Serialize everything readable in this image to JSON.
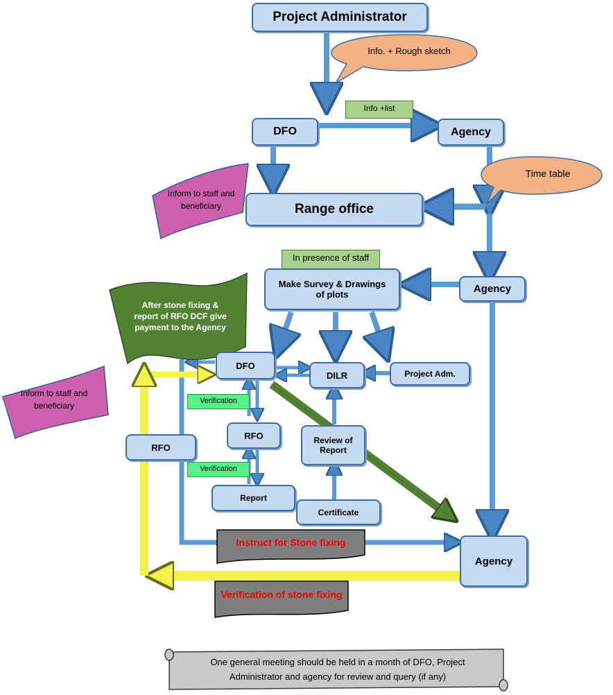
{
  "nodes": {
    "project_admin": "Project Administrator",
    "dfo_top": "DFO",
    "agency_top": "Agency",
    "range_office": "Range office",
    "agency_mid": "Agency",
    "survey": "Make Survey & Drawings of plots",
    "dfo_mid": "DFO",
    "dilr": "DILR",
    "project_adm": "Project Adm.",
    "rfo_left": "RFO",
    "rfo_mid": "RFO",
    "review": "Review of Report",
    "report": "Report",
    "certificate": "Certificate",
    "agency_bottom": "Agency",
    "instruct": "Instruct for Stone fixing",
    "verification_stone": "Verification of stone fixing"
  },
  "callouts": {
    "info_sketch": "Info. + Rough sketch",
    "time_table": "Time table"
  },
  "tags": {
    "info_list": "Info +list",
    "in_presence": "In presence of staff",
    "verification_1": "Verification",
    "verification_2": "Verification"
  },
  "notes": {
    "inform_1": "Inform to staff and beneficiary",
    "inform_2": "Inform to staff and beneficiary",
    "payment": "After stone fixing & report of RFO DCF give payment to the Agency",
    "meeting": "One general meeting should be held in a month of DFO, Project Administrator and agency for review and query (if any)"
  },
  "colors": {
    "box_fill": "#c5d9f1",
    "box_border": "#3a6ea5",
    "arrow_blue": "#5b9bd5",
    "callout_orange": "#f4b183",
    "tag_green": "#a9d18e",
    "tag_lime": "#57f287",
    "note_magenta": "#cc5fae",
    "flag_green": "#548235",
    "arrow_yellow": "#f2f24a",
    "banner_gray": "#7f7f7f",
    "scroll_gray": "#c9c9c9"
  }
}
